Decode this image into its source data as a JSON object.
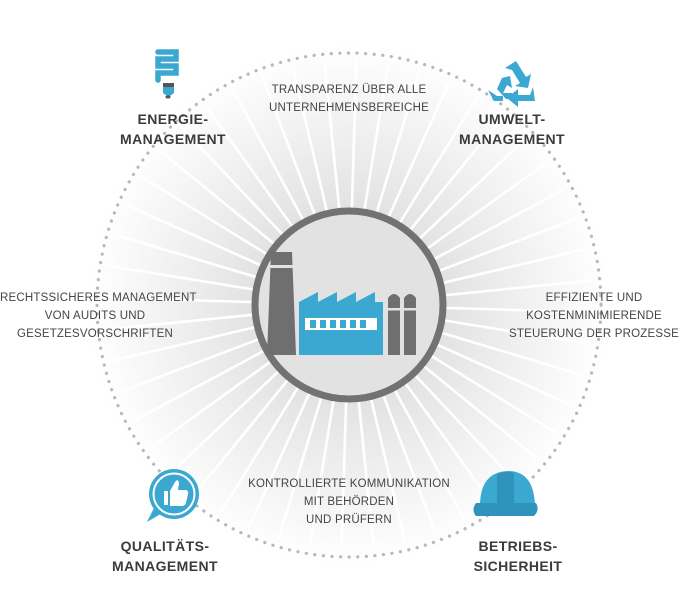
{
  "corners": {
    "top_left": {
      "lines": [
        "ENERGIE-",
        "MANAGEMENT"
      ],
      "icon": "light-bulb-icon",
      "color": "#3aa8d0"
    },
    "top_right": {
      "lines": [
        "UMWELT-",
        "MANAGEMENT"
      ],
      "icon": "recycle-icon",
      "color": "#3aa8d0"
    },
    "bottom_left": {
      "lines": [
        "QUALITÄTS-",
        "MANAGEMENT"
      ],
      "icon": "thumbs-up-icon",
      "color": "#3aa8d0"
    },
    "bottom_right": {
      "lines": [
        "BETRIEBS-",
        "SICHERHEIT"
      ],
      "icon": "hard-hat-icon",
      "color": "#3aa8d0"
    }
  },
  "sides": {
    "top": [
      "TRANSPARENZ ÜBER ALLE",
      "UNTERNEHMENSBEREICHE"
    ],
    "left": [
      "RECHTSSICHERES MANAGEMENT",
      "VON AUDITS UND",
      "GESETZESVORSCHRIFTEN"
    ],
    "right": [
      "EFFIZIENTE UND",
      "KOSTENMINIMIERENDE",
      "STEUERUNG DER PROZESSE"
    ],
    "bottom": [
      "KONTROLLIERTE KOMMUNIKATION",
      "MIT BEHÖRDEN",
      "UND PRÜFERN"
    ]
  },
  "center": {
    "icon": "factory-icon"
  },
  "colors": {
    "accent": "#3aa8d0",
    "dark_gray": "#6f6f6f",
    "ring": "#727272",
    "dots": "#b8b8b8"
  }
}
